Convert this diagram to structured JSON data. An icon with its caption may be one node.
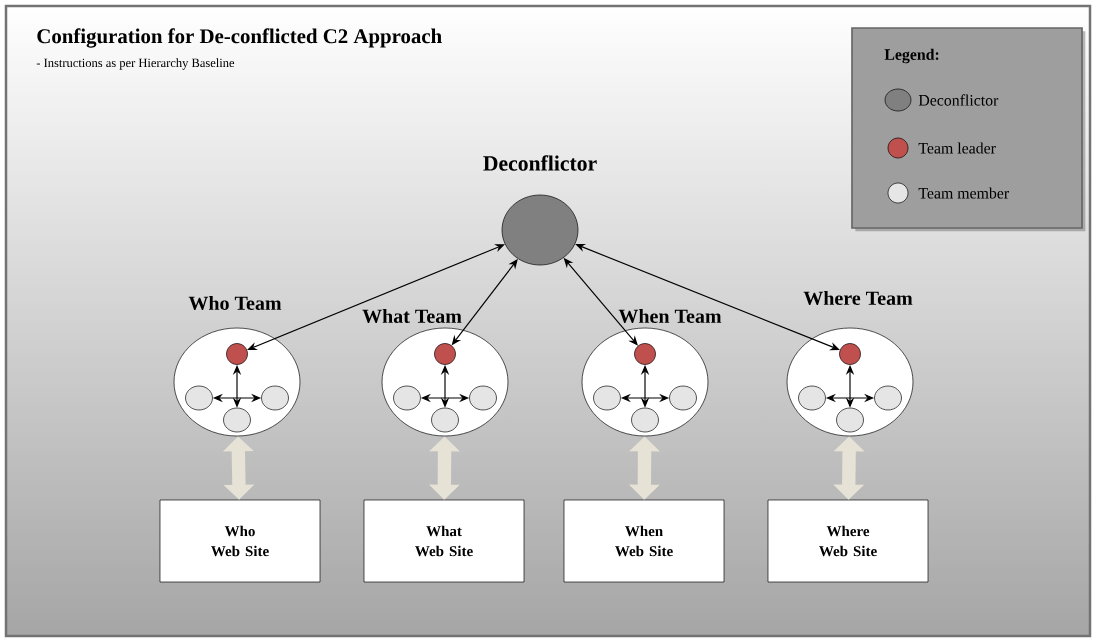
{
  "diagram": {
    "title": "Configuration for De-conflicted C2 Approach",
    "nodes": [
      {
        "text": [
          "Deconflictor"
        ]
      },
      {
        "text": [
          "Who Team"
        ]
      },
      {
        "text": [],
        "shape": "circle",
        "in": 1
      },
      {
        "text": [],
        "shape": "circle",
        "in": 1
      },
      {
        "text": [],
        "shape": "circle",
        "in": 1
      },
      {
        "text": [],
        "shape": "circle",
        "in": 1
      },
      {
        "text": [
          "Who Web Site"
        ]
      },
      {
        "text": [
          "What Team"
        ]
      },
      {
        "text": [],
        "shape": "circle",
        "in": 7
      },
      {
        "text": [],
        "shape": "circle",
        "in": 7
      },
      {
        "text": [],
        "shape": "circle",
        "in": 7
      },
      {
        "text": [],
        "shape": "circle",
        "in": 7
      },
      {
        "text": [
          "What Web Site"
        ]
      },
      {
        "text": [
          "When Team"
        ]
      },
      {
        "text": [],
        "shape": "circle",
        "in": 13
      },
      {
        "text": [],
        "shape": "circle",
        "in": 13
      },
      {
        "text": [],
        "shape": "circle",
        "in": 13
      },
      {
        "text": [],
        "shape": "circle",
        "in": 13
      },
      {
        "text": [
          "When Web Site"
        ]
      },
      {
        "text": [
          "Where Team"
        ]
      },
      {
        "text": [],
        "shape": "circle",
        "in": 19
      },
      {
        "text": [],
        "shape": "circle",
        "in": 19
      },
      {
        "text": [],
        "shape": "circle",
        "in": 19
      },
      {
        "text": [],
        "shape": "circle",
        "in": 19
      },
      {
        "text": [
          "Where Web Site"
        ]
      }
    ],
    "edges": [
      {
        "from": 0,
        "to": 2,
        "arrow": "both"
      },
      {
        "from": 0,
        "to": 8,
        "arrow": "both"
      },
      {
        "from": 0,
        "to": 14,
        "arrow": "both"
      },
      {
        "from": 0,
        "to": 20,
        "arrow": "both"
      },
      {
        "from": 2,
        "to": 5,
        "arrow": "both"
      },
      {
        "from": 3,
        "to": 4,
        "arrow": "both"
      },
      {
        "from": 8,
        "to": 11,
        "arrow": "both"
      },
      {
        "from": 9,
        "to": 10,
        "arrow": "both"
      },
      {
        "from": 14,
        "to": 17,
        "arrow": "both"
      },
      {
        "from": 15,
        "to": 16,
        "arrow": "both"
      },
      {
        "from": 20,
        "to": 23,
        "arrow": "both"
      },
      {
        "from": 21,
        "to": 22,
        "arrow": "both"
      },
      {
        "from": 1,
        "to": 6,
        "arrow": "both",
        "style": "thick",
        "color": "#e6e2d6"
      },
      {
        "from": 7,
        "to": 12,
        "arrow": "both",
        "style": "thick",
        "color": "#e6e2d6"
      },
      {
        "from": 13,
        "to": 18,
        "arrow": "both",
        "style": "thick",
        "color": "#e6e2d6"
      },
      {
        "from": 19,
        "to": 24,
        "arrow": "both",
        "style": "thick",
        "color": "#e6e2d6"
      }
    ],
    "labels": [
      "- Instructions as per Hierarchy Baseline",
      "Legend:"
    ],
    "legend": [
      {
        "text": "Deconflictor",
        "color": "#808080"
      },
      {
        "text": "Team leader",
        "color": "#c0504d"
      },
      {
        "text": "Team member",
        "color": "#e6e6e6"
      }
    ]
  }
}
